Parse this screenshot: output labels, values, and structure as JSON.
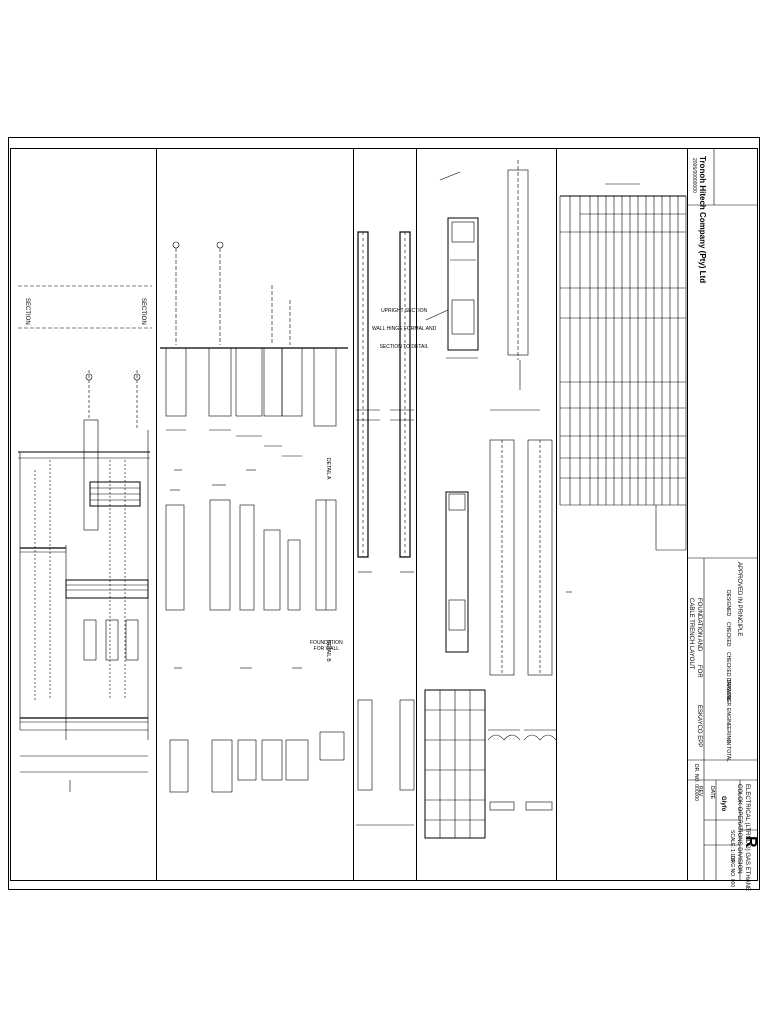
{
  "title_block": {
    "company": "Tronoh Hitech Company (Pty) Ltd",
    "company_sub": "2006/00000000",
    "approval": "APPROVED IN PRINCIPLE",
    "project_lines": [
      "FOUNDATION AND",
      "CABLE TRENCH LAYOUT",
      "FOR",
      "ESKAYCO EPP"
    ],
    "signature_rows": [
      "DESIGNED",
      "CHECKED",
      "CHECKED DRAWING",
      "DESIGNER",
      "ENGINEERING"
    ],
    "sheet_note": "IN TOTAL",
    "ref_line": "DR. NO. 000000",
    "client_line1": "ELECTRICAL (LTRNDG) GAS ETHANE",
    "client_line2": "COLOK OPERATIONS DIVISION",
    "logo_name": "Glyfo",
    "scale": "SCALE: 1:100",
    "drawing_no": "DRG NO. 000",
    "revision": "R"
  },
  "notes": {
    "trench_note_lines": [
      "UPRIGHT SECTION",
      "WALL HINGE FORMAL AND",
      "SECTION TO DETAIL"
    ],
    "section_label_left": "SECTION",
    "section_label_right": "SECTION",
    "detail_labels": [
      "DETAIL A",
      "DETAIL B"
    ],
    "wall_detail": "FOUNDATION\nFOR WALL"
  }
}
